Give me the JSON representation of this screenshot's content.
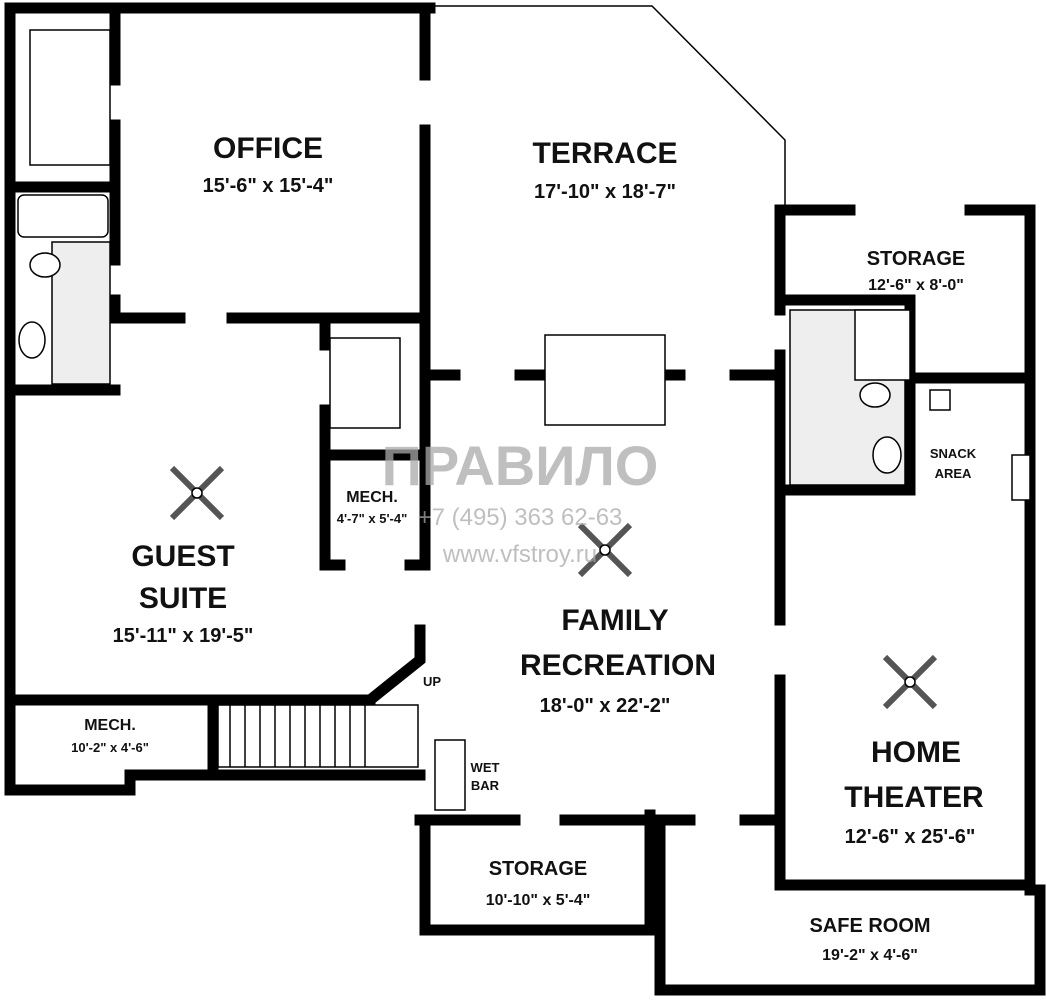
{
  "rooms": {
    "office": {
      "name": "OFFICE",
      "size": "15'-6\" x 15'-4\""
    },
    "terrace": {
      "name": "TERRACE",
      "size": "17'-10\" x 18'-7\""
    },
    "storage_upper": {
      "name": "STORAGE",
      "size": "12'-6\" x 8'-0\""
    },
    "snack": {
      "name1": "SNACK",
      "name2": "AREA"
    },
    "mech_small": {
      "name": "MECH.",
      "size": "4'-7\" x 5'-4\""
    },
    "guest": {
      "name1": "GUEST",
      "name2": "SUITE",
      "size": "15'-11\" x 19'-5\""
    },
    "family": {
      "name1": "FAMILY",
      "name2": "RECREATION",
      "size": "18'-0\" x 22'-2\""
    },
    "home_theater": {
      "name1": "HOME",
      "name2": "THEATER",
      "size": "12'-6\" x 25'-6\""
    },
    "mech_lower": {
      "name": "MECH.",
      "size": "10'-2\" x 4'-6\""
    },
    "wet_bar": {
      "name1": "WET",
      "name2": "BAR"
    },
    "stairs": {
      "label": "UP"
    },
    "storage_lower": {
      "name": "STORAGE",
      "size": "10'-10\" x 5'-4\""
    },
    "safe_room": {
      "name": "SAFE ROOM",
      "size": "19'-2\" x 4'-6\""
    }
  },
  "watermark": {
    "brand": "ПРАВИЛО",
    "phone": "+7 (495) 363 62-63",
    "url": "www.vfstroy.ru"
  }
}
